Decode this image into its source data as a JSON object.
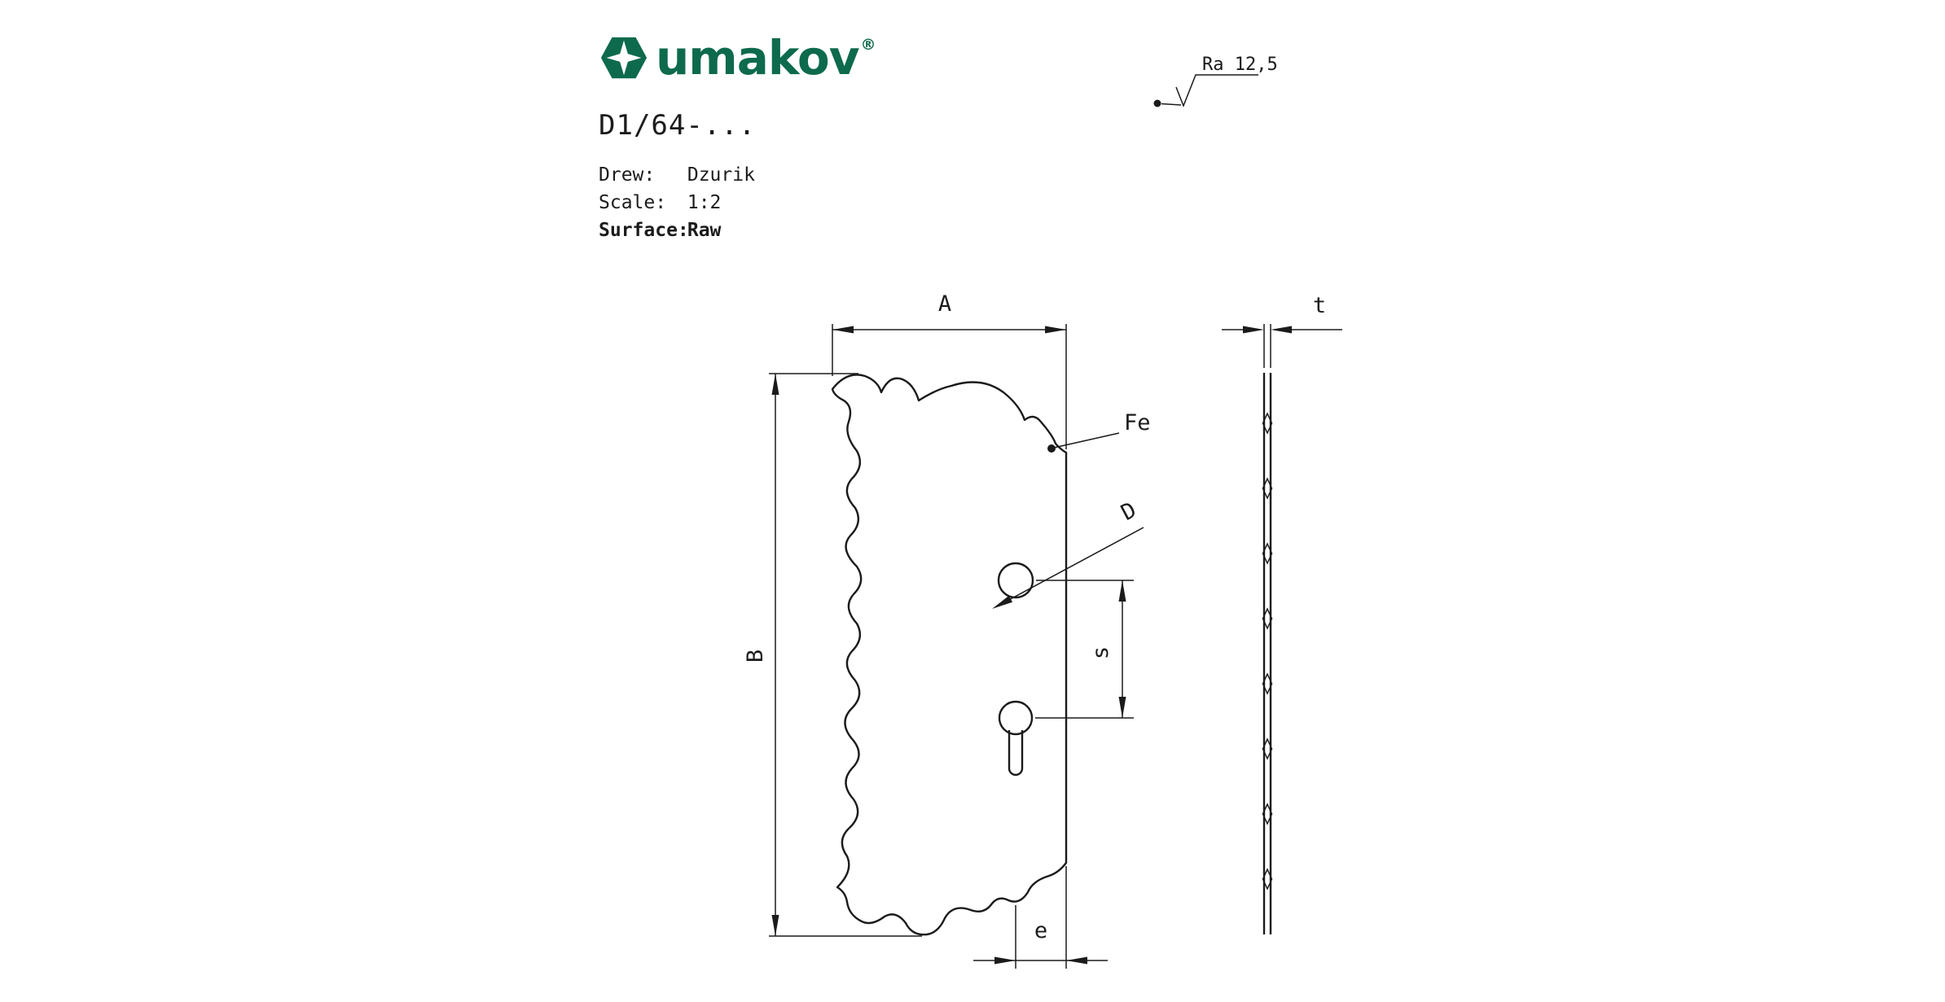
{
  "page": {
    "background": "#ffffff"
  },
  "colors": {
    "brand_green": "#0d6a4d",
    "line": "#1b1b1b"
  },
  "header": {
    "brand": "umakov",
    "registered": "®",
    "drawing_number": "D1/64-...",
    "fields": [
      {
        "label": "Drew:",
        "value": "Dzurik"
      },
      {
        "label": "Scale:",
        "value": "1:2"
      },
      {
        "label": "Surface:",
        "value": "Raw"
      }
    ]
  },
  "annotations": {
    "surface_roughness": "Ra 12,5",
    "material": "Fe"
  },
  "dimensions": {
    "width": "A",
    "height": "B",
    "hole_diameter": "D",
    "hole_spacing": "s",
    "edge_distance": "e",
    "thickness": "t"
  }
}
